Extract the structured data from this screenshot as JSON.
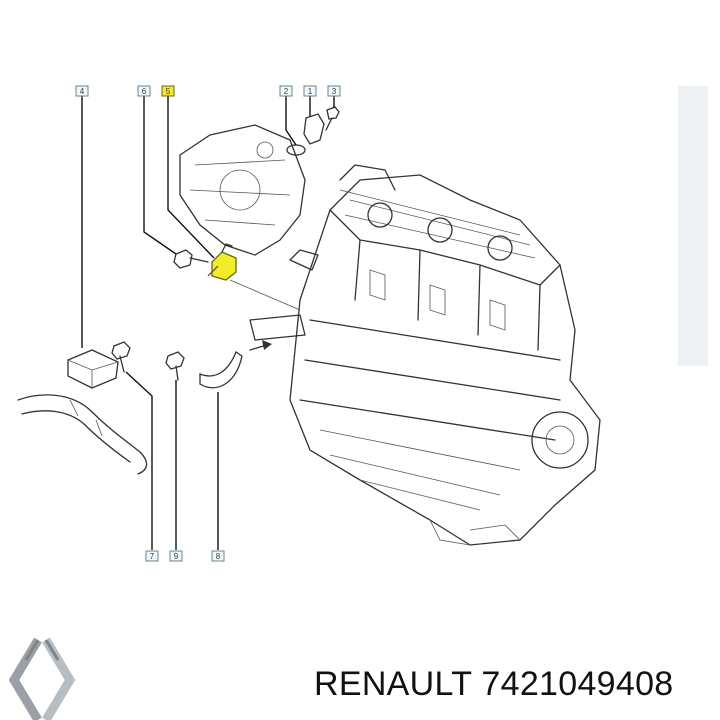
{
  "callouts": [
    {
      "id": "c4",
      "label": "4"
    },
    {
      "id": "c6",
      "label": "6"
    },
    {
      "id": "c5",
      "label": "5",
      "highlighted": true
    },
    {
      "id": "c2",
      "label": "2"
    },
    {
      "id": "c1",
      "label": "1"
    },
    {
      "id": "c3",
      "label": "3"
    },
    {
      "id": "c7",
      "label": "7"
    },
    {
      "id": "c9",
      "label": "9"
    },
    {
      "id": "c8",
      "label": "8"
    }
  ],
  "brand": {
    "name": "RENAULT",
    "part_number": "7421049408",
    "logo_icon": "renault-diamond-icon"
  },
  "colors": {
    "highlight": "#f2ec2a",
    "callout_border": "#6a8391",
    "line": "#333333"
  }
}
